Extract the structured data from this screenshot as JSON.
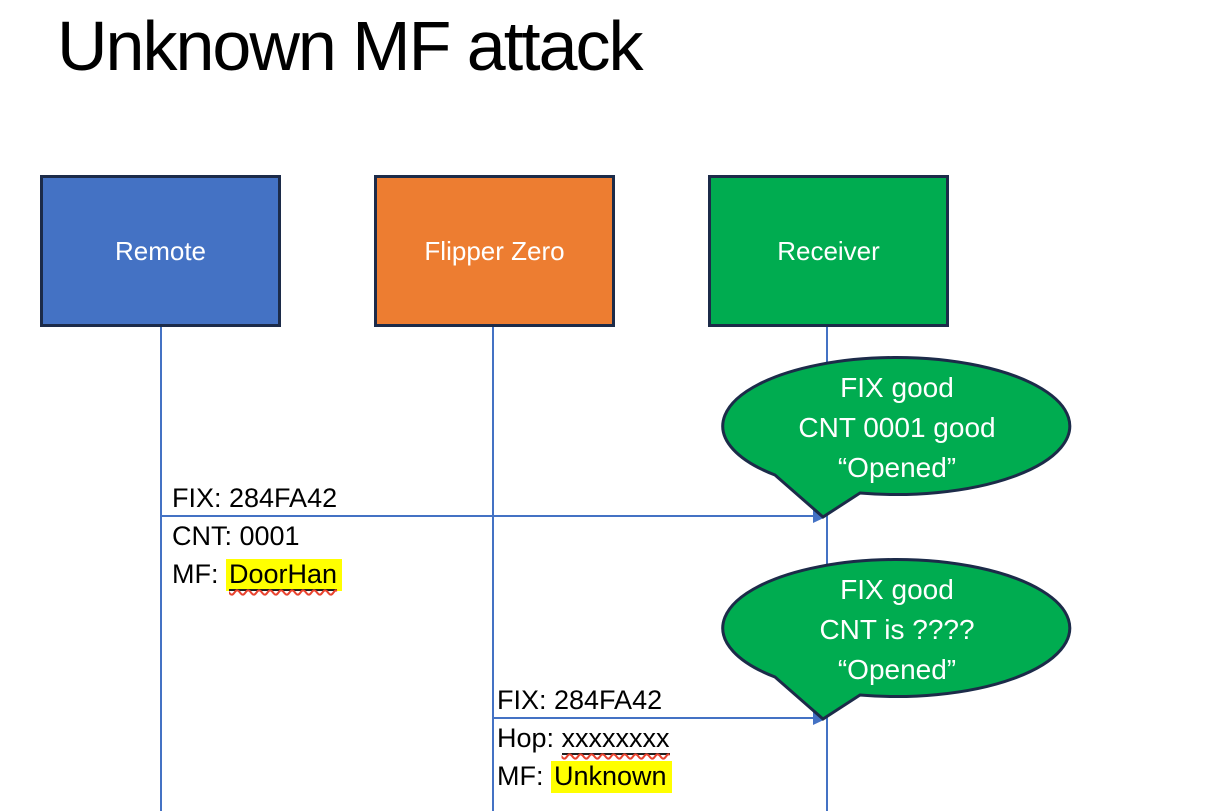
{
  "title": "Unknown MF attack",
  "actors": [
    {
      "id": "remote",
      "label": "Remote",
      "fill": "#4472C4"
    },
    {
      "id": "flipper",
      "label": "Flipper Zero",
      "fill": "#ED7D31"
    },
    {
      "id": "receiver",
      "label": "Receiver",
      "fill": "#00AC50"
    }
  ],
  "messages": [
    {
      "from": "remote",
      "to": "receiver",
      "labels": {
        "fix": "FIX: 284FA42",
        "cnt": "CNT: 0001",
        "mf_prefix": "MF: ",
        "mf_value": "DoorHan"
      }
    },
    {
      "from": "flipper",
      "to": "receiver",
      "labels": {
        "fix": "FIX: 284FA42",
        "hop_prefix": "Hop: ",
        "hop_value": "xxxxxxxx",
        "mf_prefix": "MF: ",
        "mf_value": "Unknown"
      }
    }
  ],
  "callouts": [
    {
      "line1": "FIX good",
      "line2": "CNT 0001 good",
      "line3": "“Opened”"
    },
    {
      "line1": "FIX good",
      "line2": "CNT is ????",
      "line3": "“Opened”"
    }
  ],
  "colors": {
    "remote_fill": "#4472C4",
    "flipper_fill": "#ED7D31",
    "receiver_fill": "#00AC50",
    "callout_fill": "#00AC50",
    "shape_outline": "#1C2B49",
    "connector_line": "#4472C4",
    "highlight": "#FFFF00",
    "spellcheck_underline": "#E8432F",
    "text": "#000000",
    "shape_text": "#FFFFFF"
  }
}
